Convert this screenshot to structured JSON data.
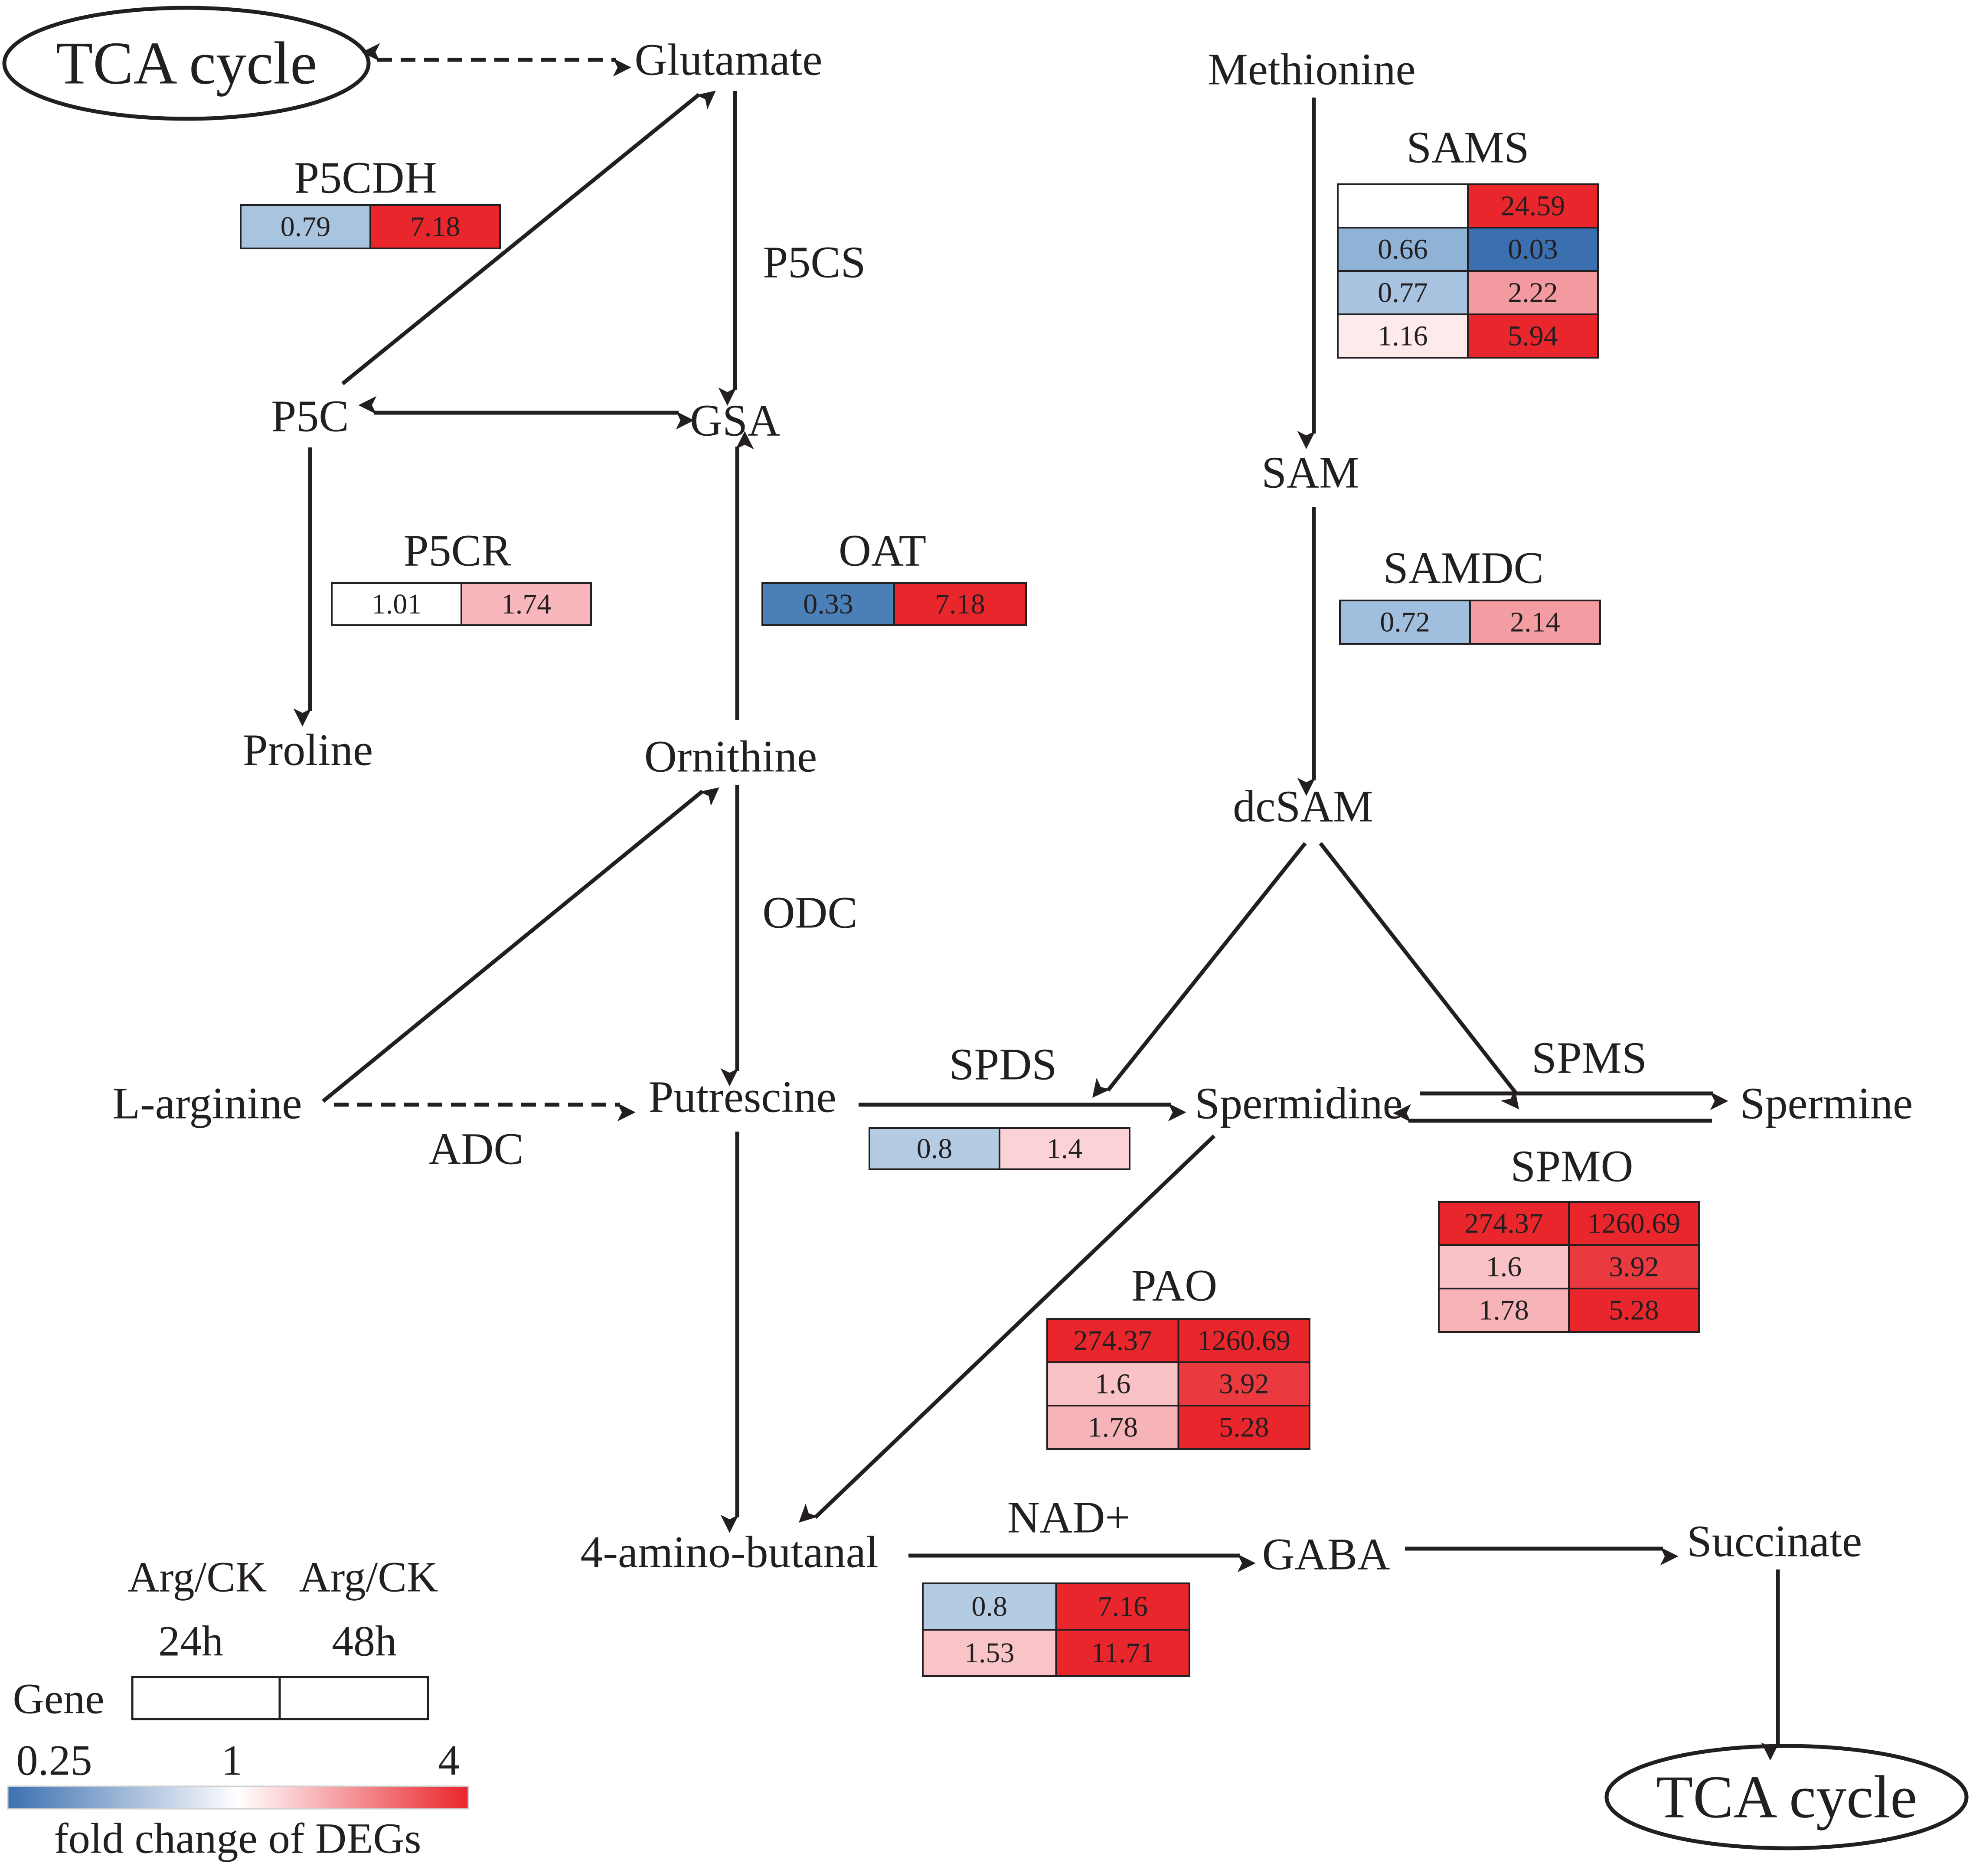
{
  "metabolites": {
    "glutamate": "Glutamate",
    "methionine": "Methionine",
    "p5c": "P5C",
    "gsa": "GSA",
    "sam": "SAM",
    "proline": "Proline",
    "ornithine": "Ornithine",
    "dcsam": "dcSAM",
    "l_arginine": "L-arginine",
    "putrescine": "Putrescine",
    "spermidine": "Spermidine",
    "spermine": "Spermine",
    "aminobutanal": "4-amino-butanal",
    "gaba": "GABA",
    "succinate": "Succinate",
    "tca_top": "TCA cycle",
    "tca_bottom": "TCA cycle"
  },
  "enzyme_labels": {
    "p5cs": "P5CS",
    "odc": "ODC",
    "adc": "ADC",
    "spds": "SPDS",
    "spms": "SPMS",
    "spmo": "SPMO",
    "pao": "PAO",
    "nad": "NAD+",
    "p5cdh": "P5CDH",
    "p5cr": "P5CR",
    "oat": "OAT",
    "sams": "SAMS",
    "samdc": "SAMDC"
  },
  "heatmaps": [
    {
      "id": "p5cdh",
      "rows": [
        [
          {
            "v": "0.79",
            "c": "#a9c4df"
          },
          {
            "v": "7.18",
            "c": "#e8262c"
          }
        ]
      ]
    },
    {
      "id": "p5cr",
      "rows": [
        [
          {
            "v": "1.01",
            "c": "#ffffff"
          },
          {
            "v": "1.74",
            "c": "#f7b7bc"
          }
        ]
      ]
    },
    {
      "id": "oat",
      "rows": [
        [
          {
            "v": "0.33",
            "c": "#4a7fb8"
          },
          {
            "v": "7.18",
            "c": "#e8262c"
          }
        ]
      ]
    },
    {
      "id": "sams",
      "rows": [
        [
          {
            "v": "",
            "c": "#ffffff"
          },
          {
            "v": "24.59",
            "c": "#e8262c"
          }
        ],
        [
          {
            "v": "0.66",
            "c": "#8fb3d7"
          },
          {
            "v": "0.03",
            "c": "#3b70b0"
          }
        ],
        [
          {
            "v": "0.77",
            "c": "#a7c3df"
          },
          {
            "v": "2.22",
            "c": "#f39aa0"
          }
        ],
        [
          {
            "v": "1.16",
            "c": "#fdeaea"
          },
          {
            "v": "5.94",
            "c": "#e8262c"
          }
        ]
      ]
    },
    {
      "id": "samdc",
      "rows": [
        [
          {
            "v": "0.72",
            "c": "#a0bedd"
          },
          {
            "v": "2.14",
            "c": "#f39ca2"
          }
        ]
      ]
    },
    {
      "id": "spds",
      "rows": [
        [
          {
            "v": "0.8",
            "c": "#b3cbe3"
          },
          {
            "v": "1.4",
            "c": "#fbd3d6"
          }
        ]
      ]
    },
    {
      "id": "spmo",
      "rows": [
        [
          {
            "v": "274.37",
            "c": "#e8262c"
          },
          {
            "v": "1260.69",
            "c": "#e8262c"
          }
        ],
        [
          {
            "v": "1.6",
            "c": "#f8c2c6"
          },
          {
            "v": "3.92",
            "c": "#ea3a40"
          }
        ],
        [
          {
            "v": "1.78",
            "c": "#f6b3b8"
          },
          {
            "v": "5.28",
            "c": "#e8262c"
          }
        ]
      ]
    },
    {
      "id": "pao",
      "rows": [
        [
          {
            "v": "274.37",
            "c": "#e8262c"
          },
          {
            "v": "1260.69",
            "c": "#e8262c"
          }
        ],
        [
          {
            "v": "1.6",
            "c": "#f8c2c6"
          },
          {
            "v": "3.92",
            "c": "#ea3a40"
          }
        ],
        [
          {
            "v": "1.78",
            "c": "#f6b3b8"
          },
          {
            "v": "5.28",
            "c": "#e8262c"
          }
        ]
      ]
    },
    {
      "id": "nad",
      "rows": [
        [
          {
            "v": "0.8",
            "c": "#b3cbe3"
          },
          {
            "v": "7.16",
            "c": "#e8262c"
          }
        ],
        [
          {
            "v": "1.53",
            "c": "#f8c4c8"
          },
          {
            "v": "11.71",
            "c": "#e8262c"
          }
        ]
      ]
    }
  ],
  "legend": {
    "col1_line1": "Arg/CK",
    "col1_line2": "24h",
    "col2_line1": "Arg/CK",
    "col2_line2": "48h",
    "gene_label": "Gene",
    "scale_min": "0.25",
    "scale_mid": "1",
    "scale_max": "4",
    "scale_caption": "fold change of DEGs",
    "color_low": "#3b70b0",
    "color_mid": "#ffffff",
    "color_high": "#e8262c"
  }
}
